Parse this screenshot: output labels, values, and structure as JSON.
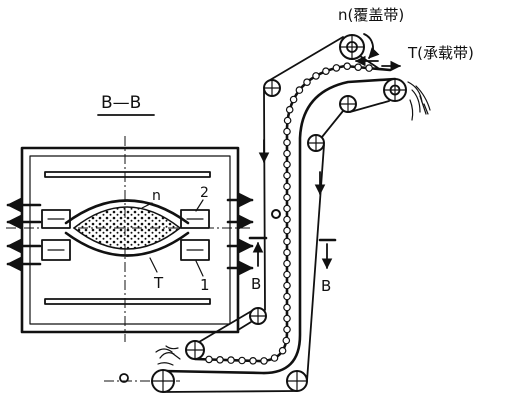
{
  "diagram": {
    "cover_belt_label": "n(覆盖带)",
    "carrier_belt_label": "T(承载带)",
    "section_title": "B—B",
    "section_cover_belt": "n",
    "section_roller_upper": "2",
    "section_carrier_belt": "T",
    "section_roller_lower": "1",
    "section_mark_left": "B",
    "section_mark_right": "B"
  }
}
